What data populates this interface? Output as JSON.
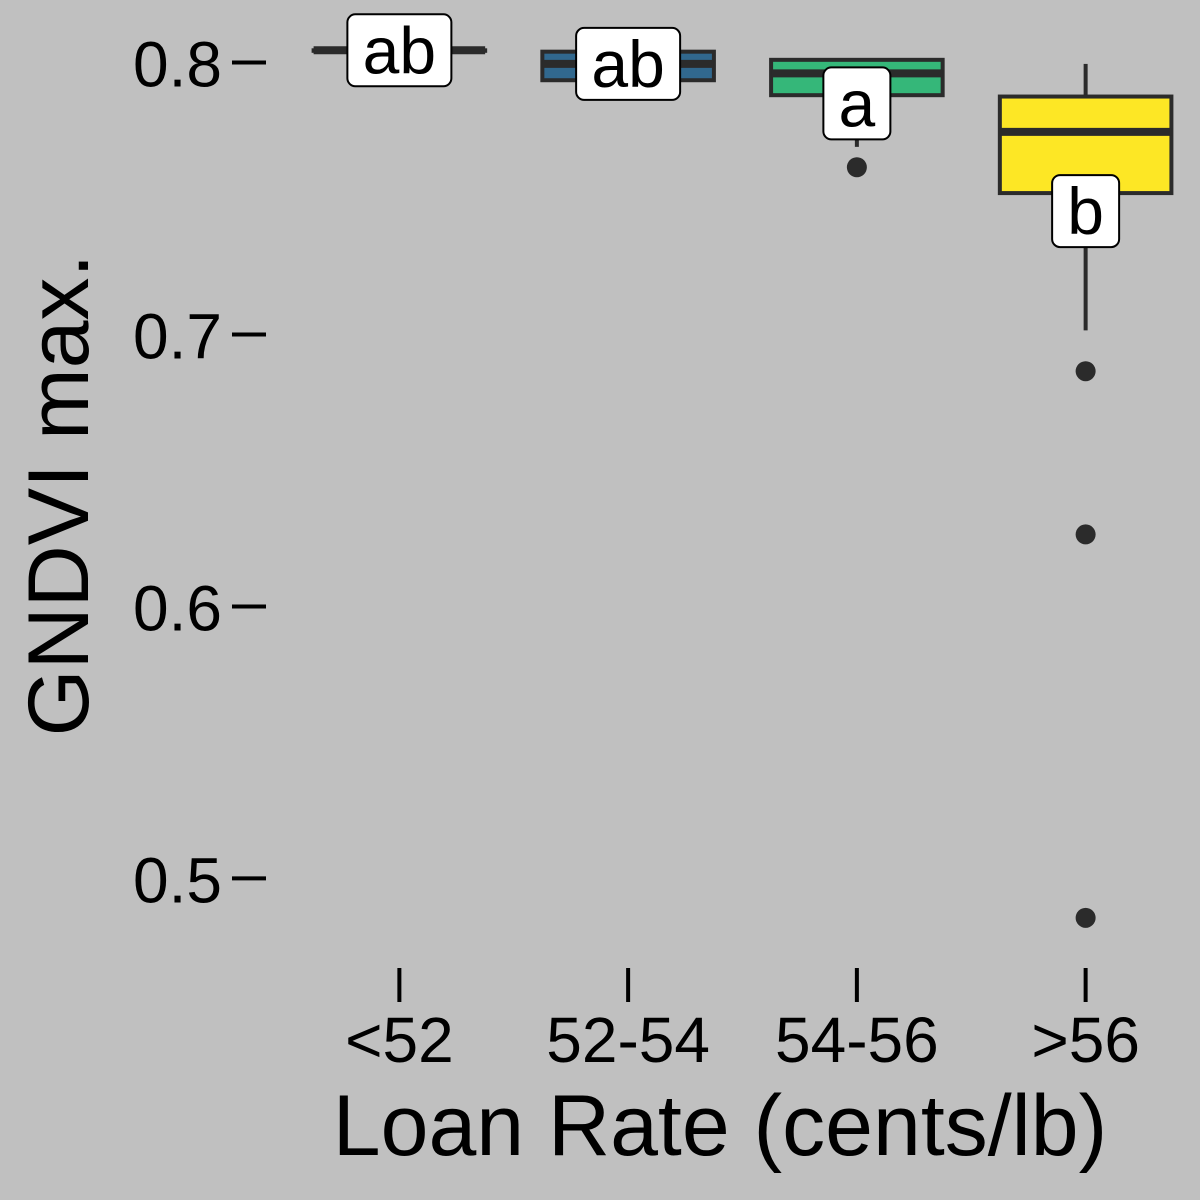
{
  "chart_data": {
    "type": "box",
    "xlabel": "Loan Rate (cents/lb)",
    "ylabel": "GNDVI max.",
    "ylim": [
      0.47,
      0.823
    ],
    "yticks": [
      0.5,
      0.6,
      0.7,
      0.8
    ],
    "ytick_labels": [
      "0.5",
      "0.6",
      "0.7",
      "0.8"
    ],
    "grid": false,
    "legend": "none",
    "categories": [
      "<52",
      "52-54",
      "54-56",
      ">56"
    ],
    "boxes": [
      {
        "category": "<52",
        "lower_whisker": 0.8045,
        "q1": 0.8045,
        "median": 0.8045,
        "q3": 0.8045,
        "upper_whisker": 0.8045,
        "outliers": [],
        "color": "#440154",
        "letter": "ab"
      },
      {
        "category": "52-54",
        "lower_whisker": 0.7935,
        "q1": 0.7935,
        "median": 0.7995,
        "q3": 0.804,
        "upper_whisker": 0.804,
        "outliers": [],
        "color": "#31688e",
        "letter": "ab"
      },
      {
        "category": "54-56",
        "lower_whisker": 0.769,
        "q1": 0.788,
        "median": 0.796,
        "q3": 0.801,
        "upper_whisker": 0.801,
        "outliers": [
          0.7615
        ],
        "color": "#35b779",
        "letter": "a"
      },
      {
        "category": ">56",
        "lower_whisker": 0.7015,
        "q1": 0.752,
        "median": 0.7745,
        "q3": 0.7875,
        "upper_whisker": 0.7995,
        "outliers": [
          0.6865,
          0.6265,
          0.4855
        ],
        "color": "#fde725",
        "letter": "b"
      }
    ]
  }
}
